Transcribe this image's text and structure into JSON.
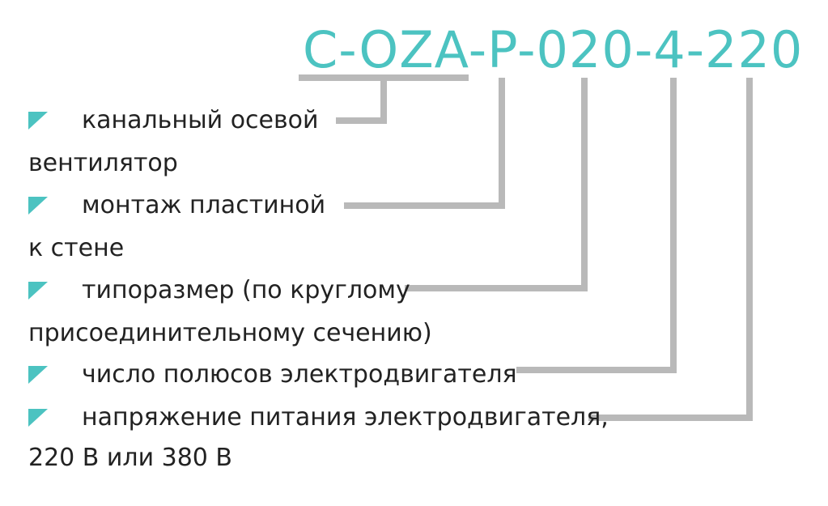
{
  "code": {
    "text": "C-OZA-P-020-4-220",
    "color": "#4cc3c1"
  },
  "connector_color": "#b9b9b9",
  "bullet_color": "#4cc3c1",
  "items": [
    {
      "lines": [
        "канальный осевой",
        "вентилятор"
      ]
    },
    {
      "lines": [
        "монтаж пластиной",
        "к стене"
      ]
    },
    {
      "lines": [
        "типоразмер (по круглому",
        "присоединительному сечению)"
      ]
    },
    {
      "lines": [
        "число полюсов электродвигателя"
      ]
    },
    {
      "lines": [
        "напряжение питания электродвигателя,",
        "220 В или 380 В"
      ]
    }
  ]
}
